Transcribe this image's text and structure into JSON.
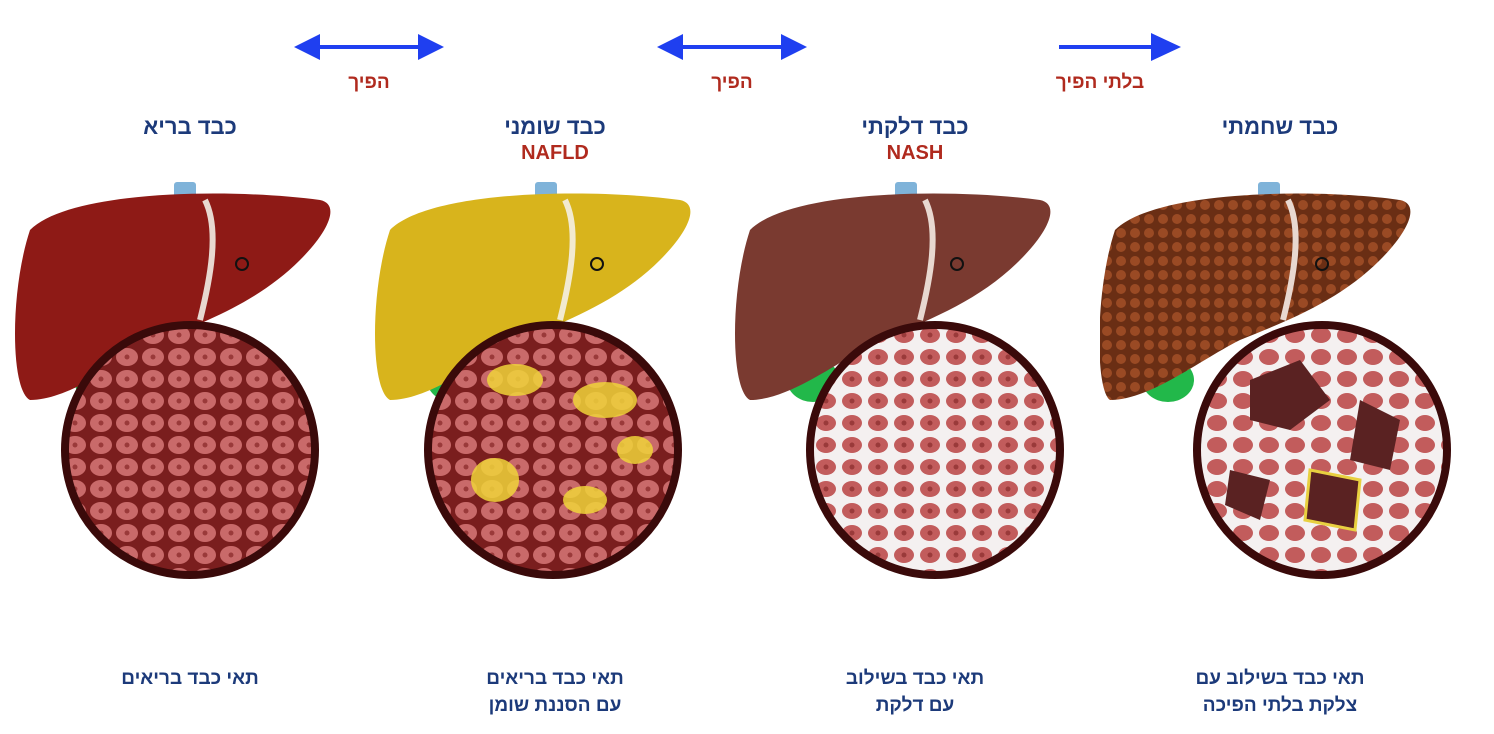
{
  "arrows": [
    {
      "label": "הפיך",
      "type": "bidirectional"
    },
    {
      "label": "הפיך",
      "type": "bidirectional"
    },
    {
      "label": "בלתי הפיך",
      "type": "forward"
    }
  ],
  "stages": [
    {
      "title": "כבד בריא",
      "code": "",
      "caption_lines": [
        "תאי כבד בריאים"
      ],
      "colors": {
        "liver": "#8e1a16",
        "liver_dark": "#6b0f0c",
        "cells": "#c96a6a"
      }
    },
    {
      "title": "כבד שומני",
      "code": "NAFLD",
      "caption_lines": [
        "תאי כבד בריאים",
        "עם הסננת שומן"
      ],
      "colors": {
        "liver": "#d8b41c",
        "liver_dark": "#b08a10",
        "cells": "#c96a6a",
        "fat": "#f0d43a"
      }
    },
    {
      "title": "כבד דלקתי",
      "code": "NASH",
      "caption_lines": [
        "תאי כבד בשילוב",
        "עם דלקת"
      ],
      "colors": {
        "liver": "#7a3a30",
        "liver_dark": "#5a2520",
        "cells": "#c25c5c"
      }
    },
    {
      "title": "כבד שחמתי",
      "code": "",
      "caption_lines": [
        "תאי כבד בשילוב עם",
        "צלקת בלתי הפיכה"
      ],
      "colors": {
        "liver": "#7a3a1c",
        "liver_dark": "#5a2810",
        "cells": "#c25c5c",
        "scar": "#5a2222"
      }
    }
  ],
  "colors": {
    "arrow": "#1f3ff0",
    "title": "#1c3a7a",
    "accent": "#b02a1e",
    "gallbladder": "#22b84a",
    "vessel": "#7fb3d9"
  }
}
